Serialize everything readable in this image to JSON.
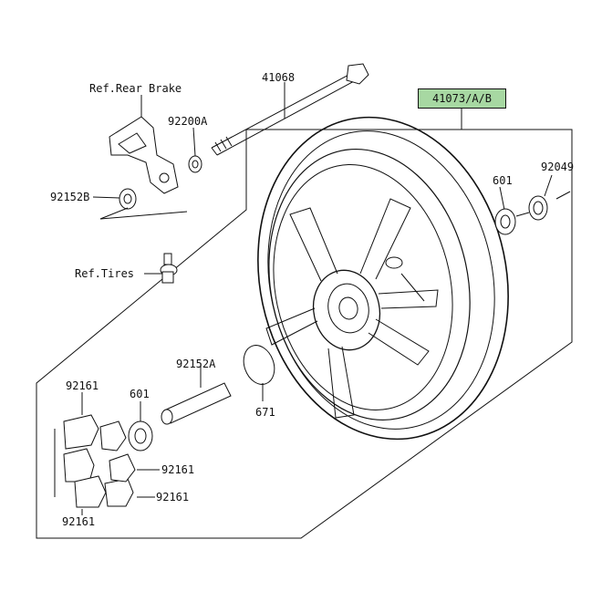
{
  "diagram": {
    "highlight_label": "41073/A/B",
    "labels": {
      "axle": "41068",
      "ref_rear_brake": "Ref.Rear Brake",
      "collar_top": "92200A",
      "collar_left": "92152B",
      "ref_tires": "Ref.Tires",
      "bearing_right": "601",
      "seal_right": "92049",
      "collar_long": "92152A",
      "oring": "671",
      "damper_top": "92161",
      "bearing_left": "601",
      "damper_right_1": "92161",
      "damper_right_2": "92161",
      "damper_bottom": "92161"
    }
  }
}
